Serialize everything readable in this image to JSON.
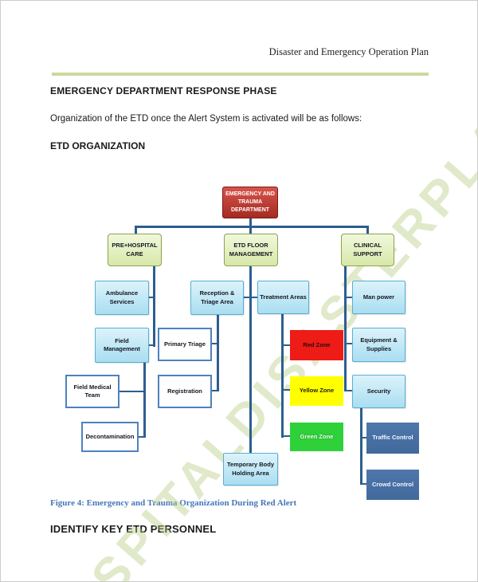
{
  "page": {
    "header": "Disaster and Emergency Operation Plan",
    "section_title": "EMERGENCY DEPARTMENT RESPONSE PHASE",
    "intro_text": "Organization of the ETD once the Alert System is activated will be as follows:",
    "subsection_title": "ETD ORGANIZATION",
    "figure_caption": "Figure 4: Emergency and Trauma Organization During Red Alert",
    "next_section_title": "IDENTIFY KEY ETD PERSONNEL",
    "watermark_text": "SPITALDISASTERPLAN"
  },
  "colors": {
    "rule_green": "#c9d99f",
    "caption_blue": "#4677b8",
    "connector_blue": "#2d5e8f",
    "root_red": "#a42b23",
    "branch_green": "#d7e8a9",
    "node_blue": "#a9def1",
    "zone_red": "#ed1c16",
    "zone_yellow": "#ffff00",
    "zone_green": "#2fd13b",
    "node_navy": "#4a72a6"
  },
  "org_chart": {
    "nodes": {
      "root": "EMERGENCY AND TRAUMA DEPARTMENT",
      "prehospital": "PRE+HOSPITAL CARE",
      "etd_floor": "ETD FLOOR MANAGEMENT",
      "clinical": "CLINICAL SUPPORT",
      "ambulance": "Ambulance Services",
      "field_mgmt": "Field Management",
      "field_medical": "Field Medical Team",
      "decontamination": "Decontamination",
      "reception": "Reception & Triage Area",
      "primary_triage": "Primary Triage",
      "registration": "Registration",
      "treatment": "Treatment Areas",
      "red_zone": "Red Zone",
      "yellow_zone": "Yellow Zone",
      "green_zone": "Green Zone",
      "temp_body": "Temporary Body Holding Area",
      "manpower": "Man power",
      "equipment": "Equipment & Supplies",
      "security": "Security",
      "traffic": "Traffic Control",
      "crowd": "Crowd Control"
    },
    "hierarchy": {
      "EMERGENCY AND TRAUMA DEPARTMENT": {
        "PRE+HOSPITAL CARE": [
          "Ambulance Services",
          "Field Management",
          "Field Medical Team",
          "Decontamination"
        ],
        "ETD FLOOR MANAGEMENT": {
          "Reception & Triage Area": [
            "Primary Triage",
            "Registration"
          ],
          "Treatment Areas": [
            "Red Zone",
            "Yellow Zone",
            "Green Zone"
          ],
          "other": [
            "Temporary Body Holding Area"
          ]
        },
        "CLINICAL SUPPORT": {
          "direct": [
            "Man power",
            "Equipment & Supplies",
            "Security"
          ],
          "Security": [
            "Traffic Control",
            "Crowd Control"
          ]
        }
      }
    }
  }
}
